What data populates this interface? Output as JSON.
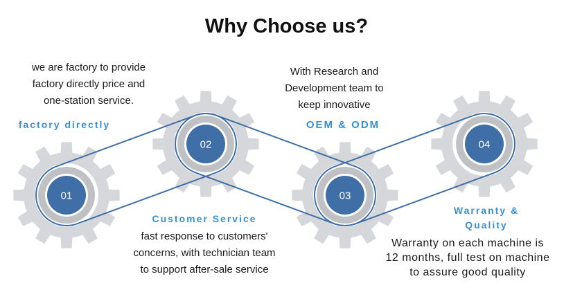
{
  "title": "Why Choose us?",
  "colors": {
    "gear": "#d6d7da",
    "gear_ring": "#ffffff",
    "gear_core": "#bfc1c5",
    "badge": "#3f6fa6",
    "belt": "#3f6fa6",
    "heading": "#3a8fcf"
  },
  "features": [
    {
      "number": "01",
      "heading": "factory directly",
      "description": [
        "we are factory to provide",
        "factory directly price and",
        "one-station service."
      ]
    },
    {
      "number": "02",
      "heading": "Customer Service",
      "description": [
        "fast response to customers'",
        "concerns,  with technician team",
        "to support after-sale service"
      ]
    },
    {
      "number": "03",
      "heading": "OEM & ODM",
      "description": [
        "With Research and",
        "Development team to",
        "keep innovative"
      ]
    },
    {
      "number": "04",
      "heading": [
        "Warranty &",
        "Quality"
      ],
      "description": [
        "Warranty on each machine is",
        "12 months, full test on machine",
        "to assure good quality"
      ]
    }
  ]
}
